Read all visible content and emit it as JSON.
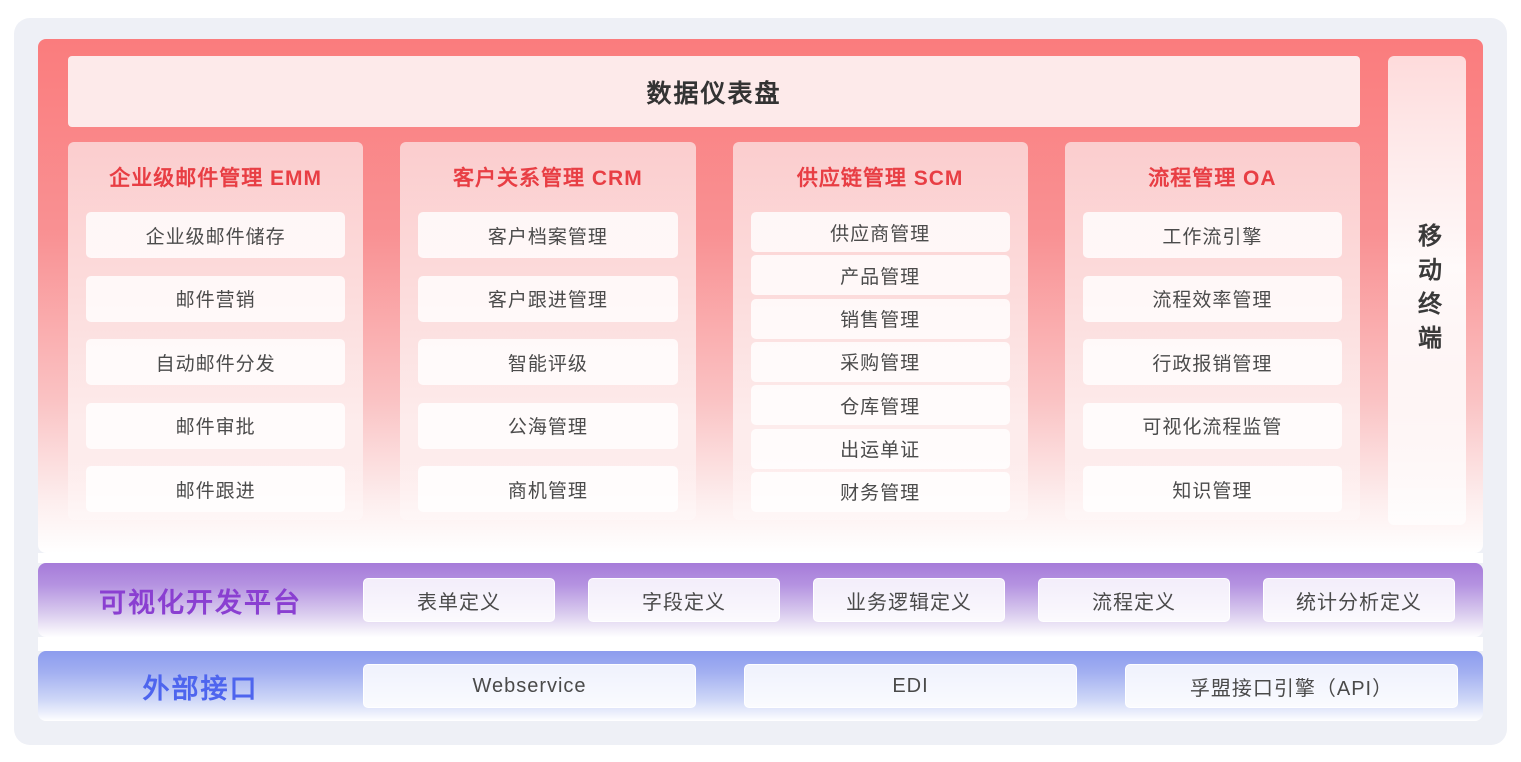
{
  "dashboard": {
    "title": "数据仪表盘"
  },
  "sections": [
    {
      "title": "企业级邮件管理 EMM",
      "items": [
        "企业级邮件储存",
        "邮件营销",
        "自动邮件分发",
        "邮件审批",
        "邮件跟进"
      ]
    },
    {
      "title": "客户关系管理 CRM",
      "items": [
        "客户档案管理",
        "客户跟进管理",
        "智能评级",
        "公海管理",
        "商机管理"
      ]
    },
    {
      "title": "供应链管理 SCM",
      "items": [
        "供应商管理",
        "产品管理",
        "销售管理",
        "采购管理",
        "仓库管理",
        "出运单证",
        "财务管理"
      ]
    },
    {
      "title": "流程管理 OA",
      "items": [
        "工作流引擎",
        "流程效率管理",
        "行政报销管理",
        "可视化流程监管",
        "知识管理"
      ]
    }
  ],
  "mobile": {
    "label": "移动终端"
  },
  "platform": {
    "title": "可视化开发平台",
    "items": [
      "表单定义",
      "字段定义",
      "业务逻辑定义",
      "流程定义",
      "统计分析定义"
    ]
  },
  "interfaces": {
    "title": "外部接口",
    "items": [
      "Webservice",
      "EDI",
      "孚盟接口引擎（API）"
    ]
  },
  "colors": {
    "card_background": "#eef0f6",
    "app_layer_red": "#fa7c7d",
    "section_title_red": "#e83e44",
    "header_bar_pink": "#fdeaea",
    "platform_purple": "#a67bd9",
    "platform_title_purple": "#8a3fd1",
    "interface_blue": "#8c9cee",
    "interface_title_blue": "#4e65ee",
    "item_text_gray": "#4b4b4b",
    "dark_text": "#333333"
  }
}
